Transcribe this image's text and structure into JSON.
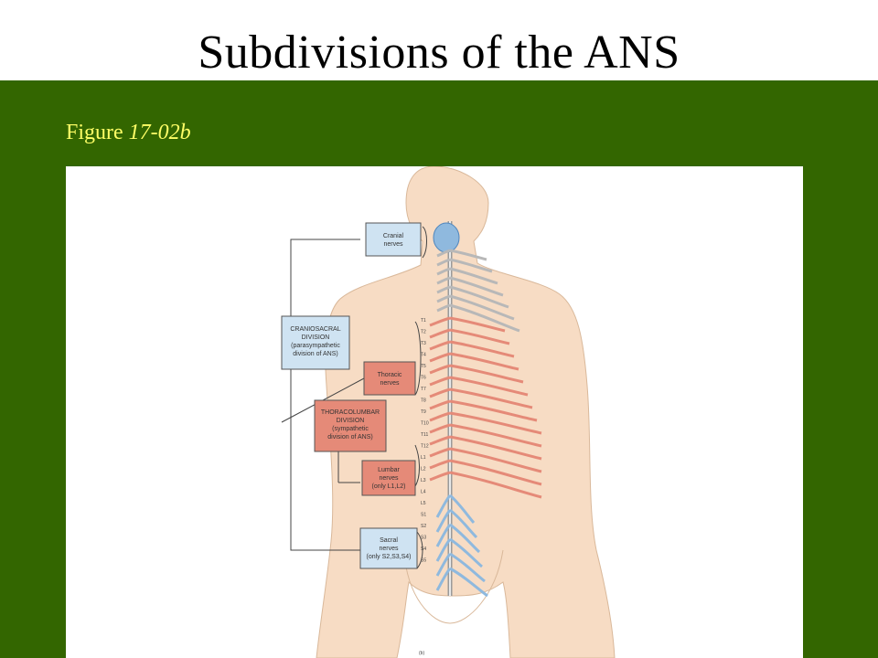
{
  "title": "Subdivisions of the ANS",
  "figure_label": {
    "prefix": "Figure ",
    "number": "17-02b"
  },
  "colors": {
    "panel": "#336600",
    "label": "#ffff66",
    "parasympathetic": "#cfe3f2",
    "sympathetic": "#e58a78",
    "skin": "#f7dcc4"
  },
  "boxes": {
    "cranial": [
      "Cranial",
      "nerves"
    ],
    "craniosacral": [
      "CRANIOSACRAL",
      "DIVISION",
      "(parasympathetic",
      "division of ANS)"
    ],
    "thoracic": [
      "Thoracic",
      "nerves"
    ],
    "thoracolumbar": [
      "THORACOLUMBAR",
      "DIVISION",
      "(sympathetic",
      "division of ANS)"
    ],
    "lumbar": [
      "Lumbar",
      "nerves",
      "(only L1,L2)"
    ],
    "sacral": [
      "Sacral",
      "nerves",
      "(only S2,S3,S4)"
    ]
  },
  "segments": [
    "T1",
    "T2",
    "T3",
    "T4",
    "T5",
    "T6",
    "T7",
    "T8",
    "T9",
    "T10",
    "T11",
    "T12",
    "L1",
    "L2",
    "L3",
    "L4",
    "L5",
    "S1",
    "S2",
    "S3",
    "S4",
    "S5"
  ],
  "panel_letter": "(b)"
}
